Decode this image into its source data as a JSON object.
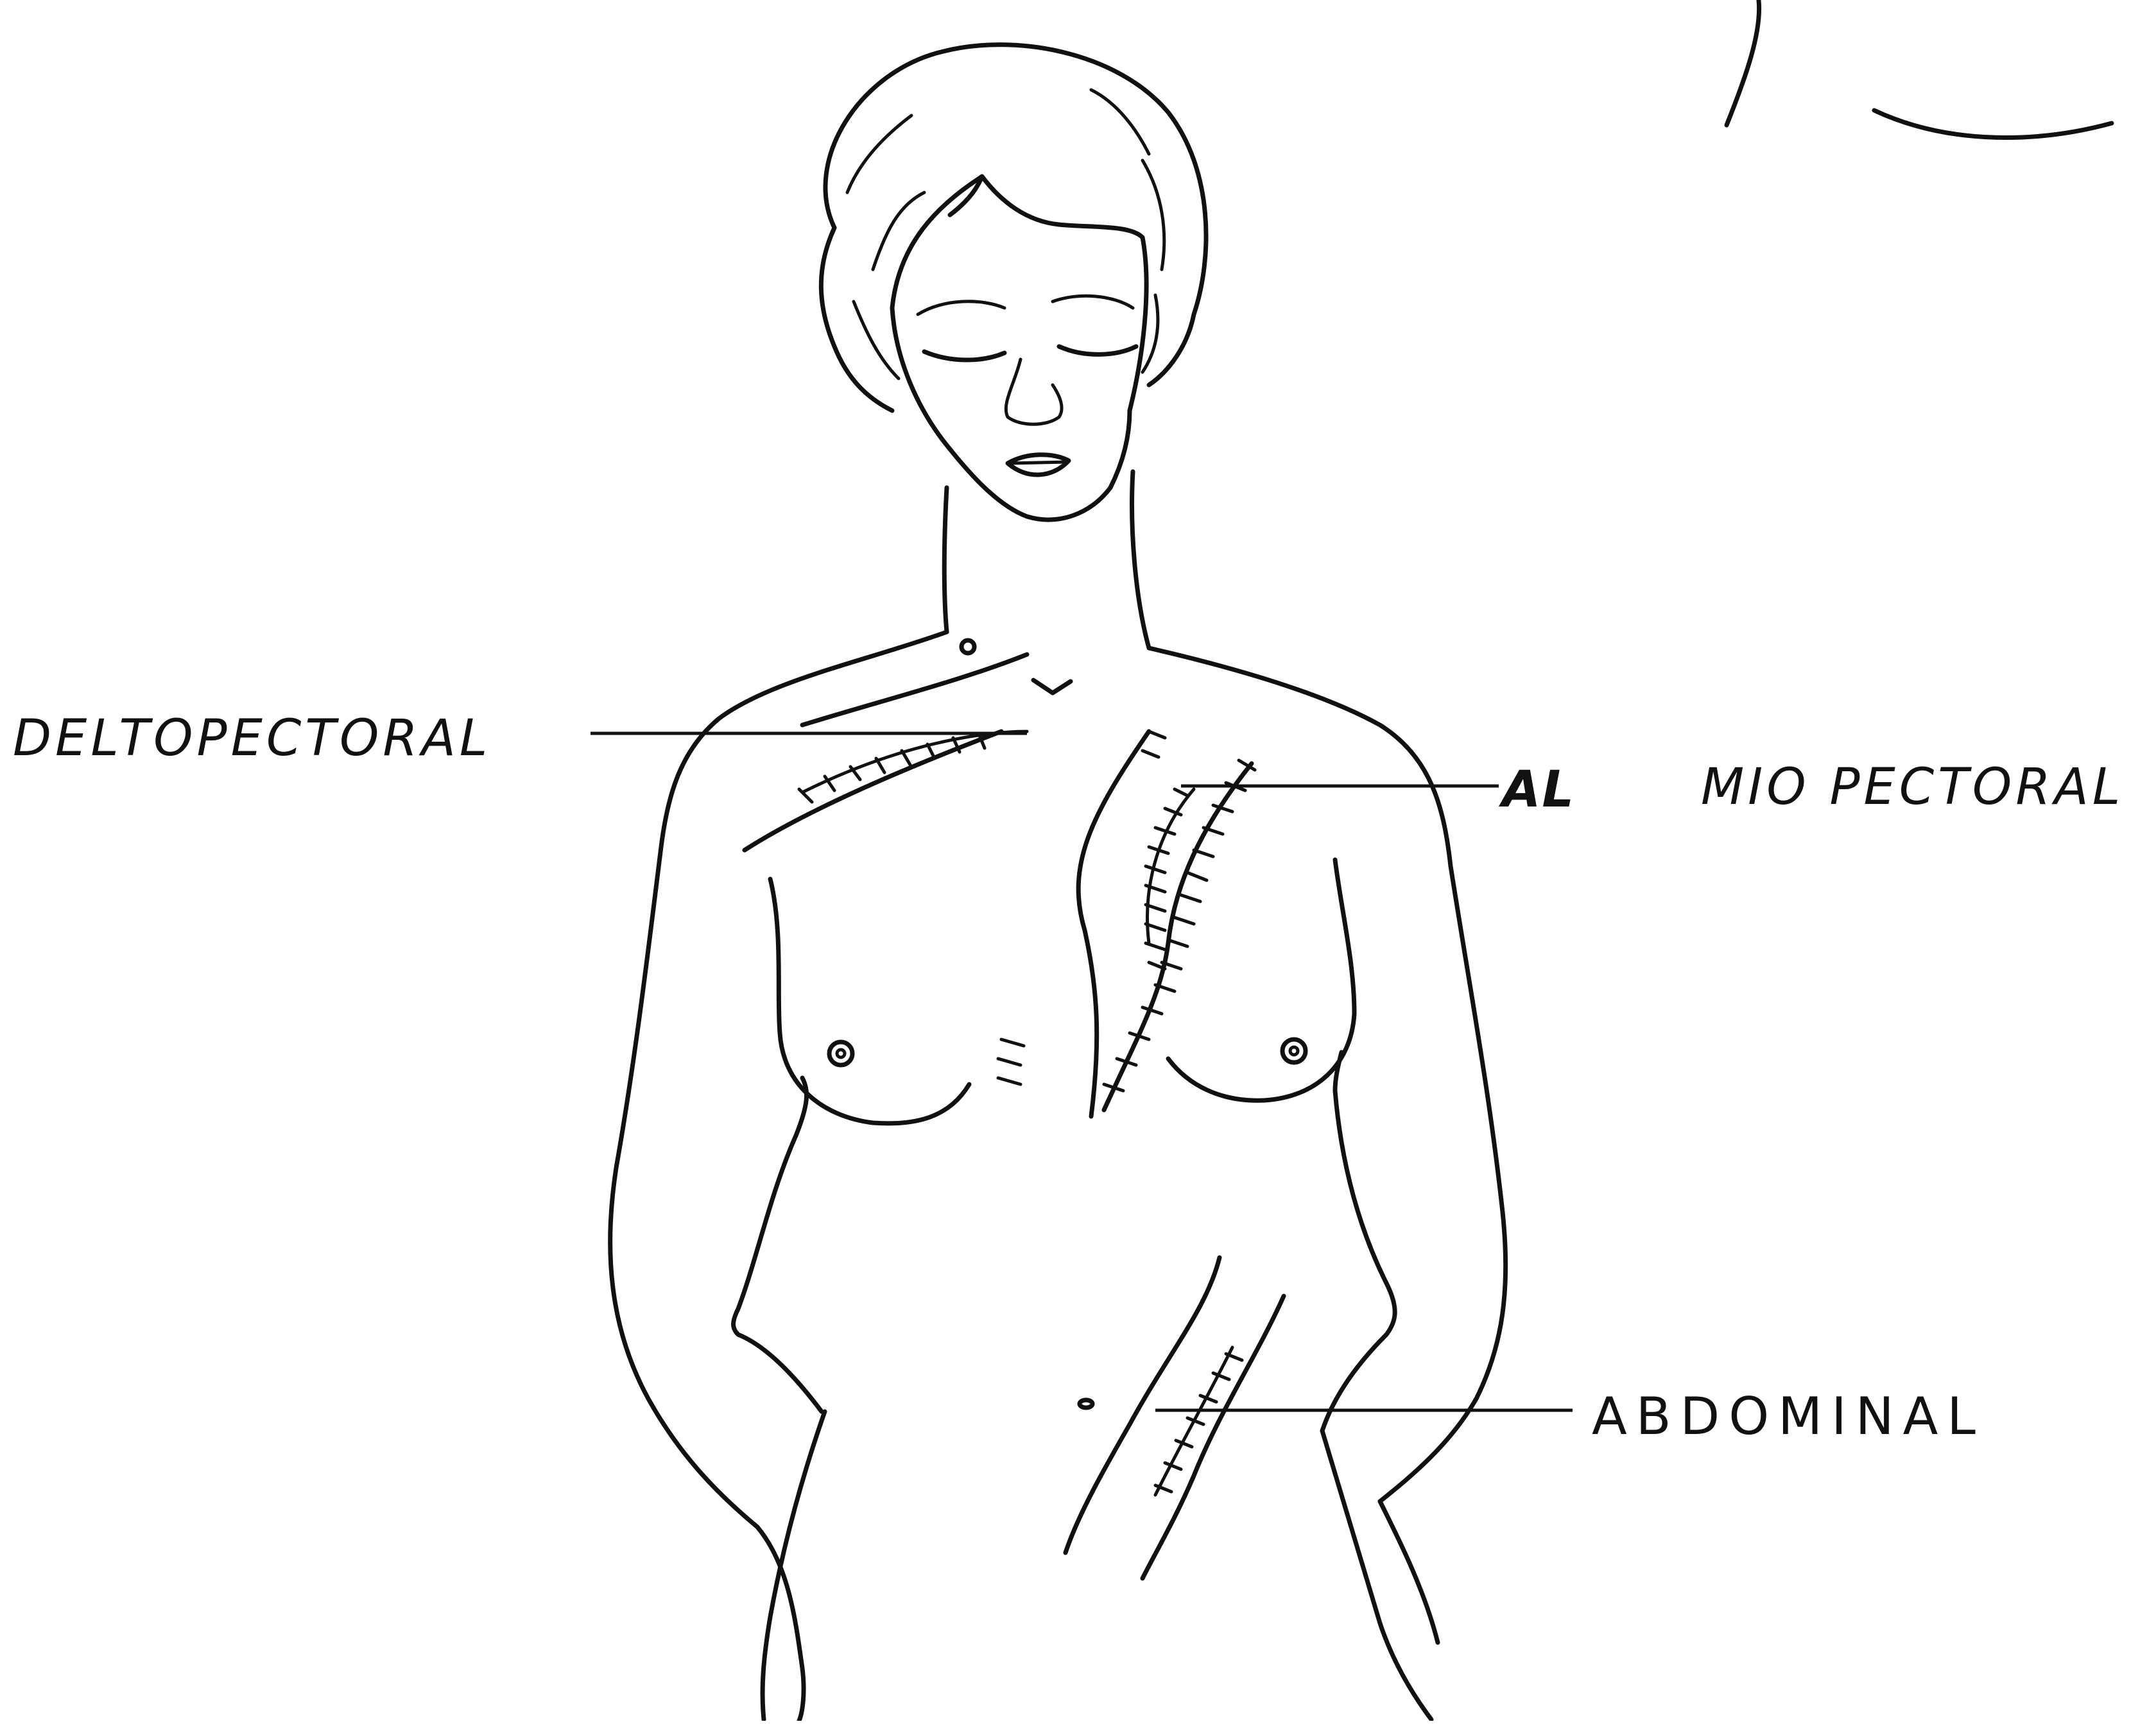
{
  "labels": {
    "deltopectoral": "DELTOPECTORAL",
    "al": "AL",
    "mio_pectoral": "MIO PECTORAL",
    "abdominal": "ABDOMINAL"
  },
  "colors": {
    "ink": "#111111",
    "background": "#ffffff"
  }
}
